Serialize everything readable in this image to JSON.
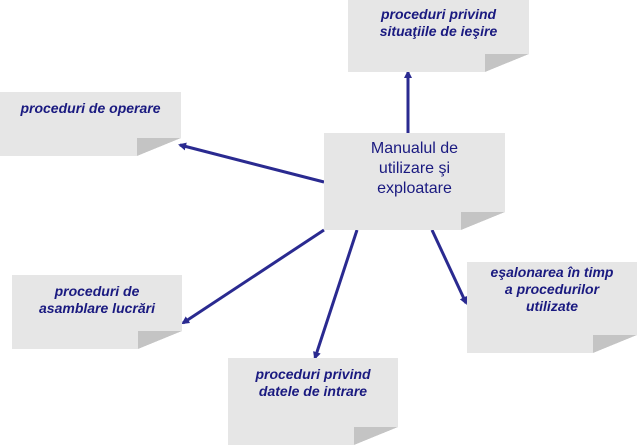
{
  "center": {
    "label": "Manualul de\nutilizare şi\nexploatare"
  },
  "nodes": {
    "output_procedures": "proceduri privind\nsituaţiile de ieşire",
    "operating_procedures": "proceduri de operare",
    "assembly_procedures": "proceduri de\nasamblare lucrări",
    "input_procedures": "proceduri privind\ndatele de intrare",
    "scheduling_procedures": "eşalonarea în timp\na procedurilor\nutilizate"
  },
  "colors": {
    "note_fill": "#e6e6e6",
    "note_fold": "#c4c4c4",
    "text": "#1a1a80",
    "arrow": "#2a2a90"
  }
}
